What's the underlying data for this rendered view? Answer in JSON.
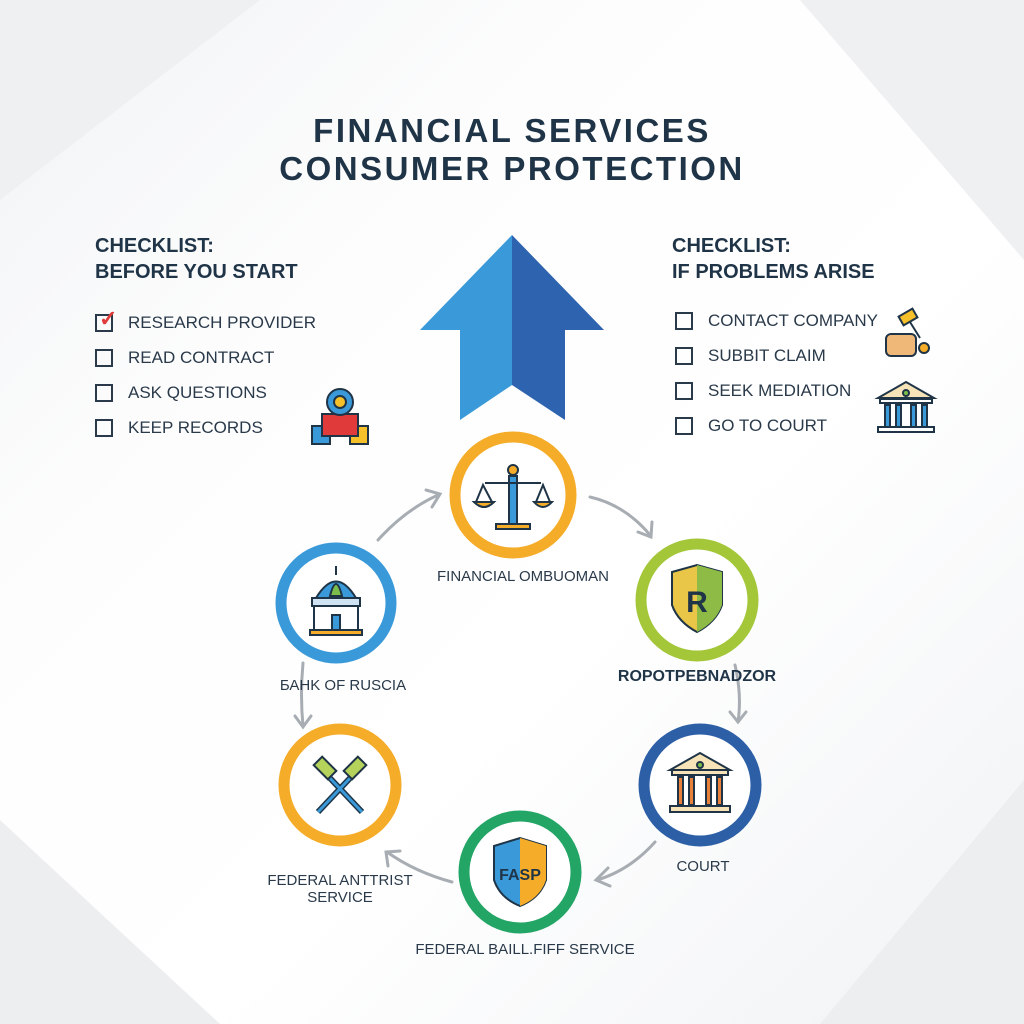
{
  "title": {
    "line1": "FINANCIAL SERVICES",
    "line2": "CONSUMER PROTECTION"
  },
  "left_checklist": {
    "heading1": "CHECKLIST:",
    "heading2": "BEFORE YOU START",
    "items": [
      {
        "label": "RESEARCH PROVIDER",
        "checked": true
      },
      {
        "label": "READ CONTRACT",
        "checked": false
      },
      {
        "label": "ASK QUESTIONS",
        "checked": false
      },
      {
        "label": "KEEP RECORDS",
        "checked": false
      }
    ]
  },
  "right_checklist": {
    "heading1": "CHECKLIST:",
    "heading2": "IF PROBLEMS ARISE",
    "items": [
      {
        "label": "CONTACT COMPANY",
        "checked": false
      },
      {
        "label": "SUBBIT CLAIM",
        "checked": false
      },
      {
        "label": "SEEK MEDIATION",
        "checked": false
      },
      {
        "label": "GO TO COURT",
        "checked": false
      }
    ]
  },
  "cycle": {
    "nodes": [
      {
        "label": "FINANCIAL OMBUOMAN",
        "icon": "scales-icon",
        "color": "#f5ac28"
      },
      {
        "label": "ROPOTPEBNADZOR",
        "icon": "shield-r-icon",
        "color": "#a4c73a"
      },
      {
        "label": "COURT",
        "icon": "courthouse-icon",
        "color": "#2c5fa6"
      },
      {
        "label": "FEDERAL BAILL.FIFF SERVICE",
        "icon": "shield-fasp-icon",
        "badge": "FASP",
        "color": "#22a565"
      },
      {
        "label_line1": "FEDERAL ANTTRIST",
        "label_line2": "SERVICE",
        "icon": "crossed-gavels-icon",
        "color": "#f5ac28"
      },
      {
        "label": "БАНK OF RUSCIA",
        "icon": "bank-building-icon",
        "color": "#3a9ad9"
      }
    ]
  },
  "colors": {
    "arrow_left": "#3a9ad9",
    "arrow_right": "#2e63b0",
    "text": "#1f3447",
    "check": "#e03a3a"
  }
}
